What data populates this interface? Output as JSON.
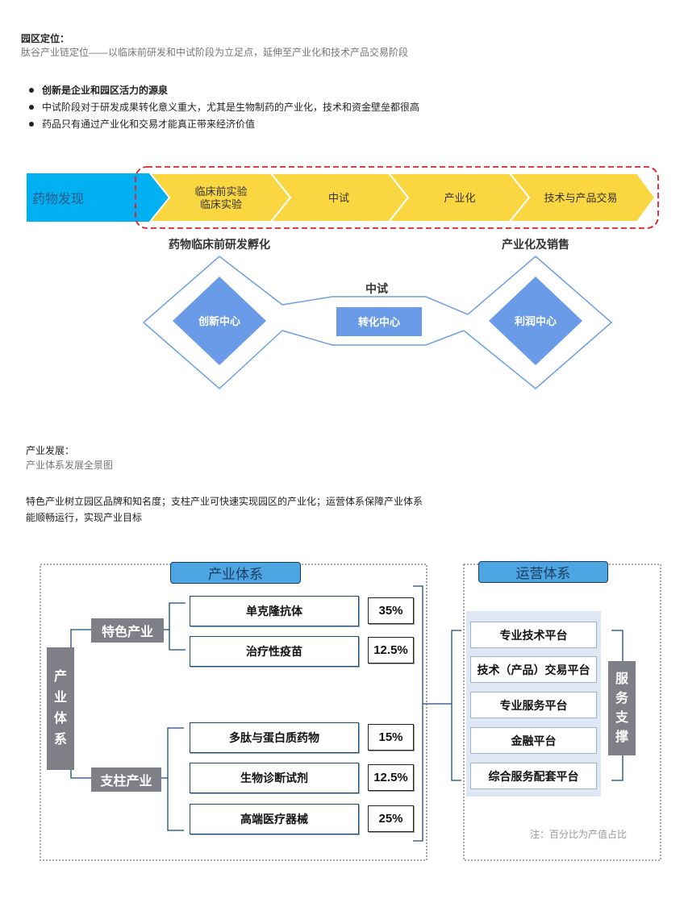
{
  "park": {
    "heading": "园区定位：",
    "subtitle": "肽谷产业链定位——以临床前研发和中试阶段为立足点，延伸至产业化和技术产品交易阶段"
  },
  "bullets": [
    "创新是企业和园区活力的源泉",
    "中试阶段对于研发成果转化意义重大，尤其是生物制药的产业化，技术和资金壁垒都很高",
    "药品只有通过产业化和交易才能真正带来经济价值"
  ],
  "chain": {
    "stage0": "药物发现",
    "stage1_line1": "临床前实验",
    "stage1_line2": "临床实验",
    "stage2": "中试",
    "stage3": "产业化",
    "stage4": "技术与产品交易",
    "label_left": "药物临床前研发孵化",
    "label_mid": "中试",
    "label_right": "产业化及销售",
    "center_left": "创新中心",
    "center_mid": "转化中心",
    "center_right": "利润中心",
    "colors": {
      "blue": "#00b0f0",
      "yellow": "#fad740",
      "red_dash": "#e0202a",
      "diamond": "#6a9be8"
    }
  },
  "industry": {
    "heading": "产业发展：",
    "subtitle": "产业体系发展全景图",
    "paragraph_line1": "特色产业树立园区品牌和知名度；支柱产业可快速实现园区的产业化；运营体系保障产业体系",
    "paragraph_line2": "能顺畅运行，实现产业目标"
  },
  "panorama": {
    "tab_left": "产业体系",
    "tab_right": "运营体系",
    "vertical_left": [
      "产",
      "业",
      "体",
      "系"
    ],
    "cat_featured": "特色产业",
    "cat_pillar": "支柱产业",
    "items": [
      {
        "name": "单克隆抗体",
        "pct": "35%"
      },
      {
        "name": "治疗性疫苗",
        "pct": "12.5%"
      },
      {
        "name": "多肽与蛋白质药物",
        "pct": "15%"
      },
      {
        "name": "生物诊断试剂",
        "pct": "12.5%"
      },
      {
        "name": "高端医疗器械",
        "pct": "25%"
      }
    ],
    "platforms": [
      "专业技术平台",
      "技术（产品）交易平台",
      "专业服务平台",
      "金融平台",
      "综合服务配套平台"
    ],
    "vertical_right": [
      "服",
      "务",
      "支",
      "撑"
    ],
    "note": "注：百分比为产值占比"
  }
}
